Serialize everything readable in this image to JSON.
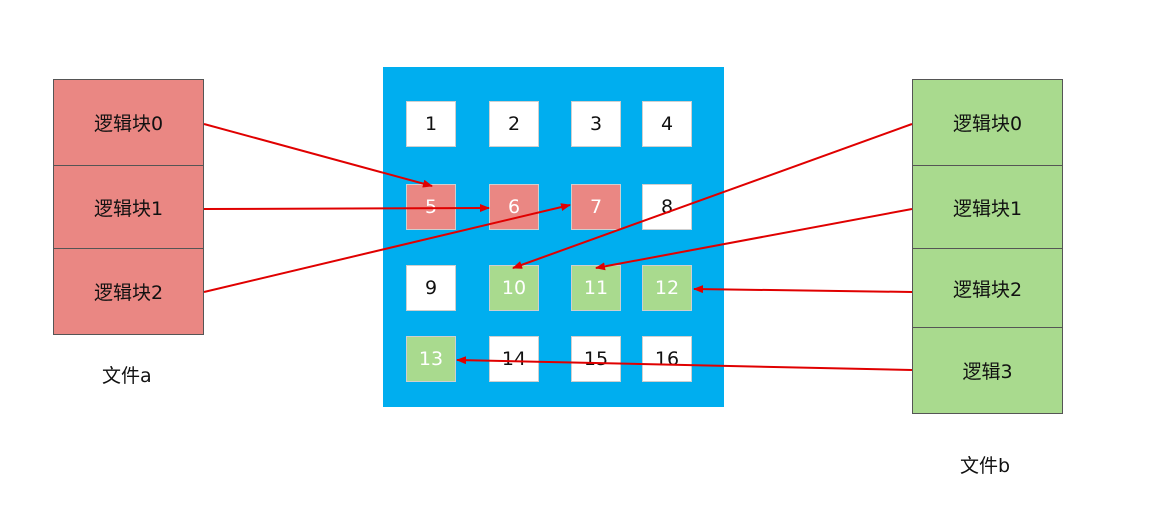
{
  "colors": {
    "file_a": "#EA8783",
    "file_b": "#A9DA8E",
    "grid_bg": "#00AEEF",
    "arrow": "#E00000",
    "empty_cell": "#FFFFFF"
  },
  "file_a": {
    "label": "文件a",
    "blocks": [
      "逻辑块0",
      "逻辑块1",
      "逻辑块2"
    ]
  },
  "file_b": {
    "label": "文件b",
    "blocks": [
      "逻辑块0",
      "逻辑块1",
      "逻辑块2",
      "逻辑3"
    ]
  },
  "grid": {
    "cells": [
      {
        "num": "1",
        "owner": "none"
      },
      {
        "num": "2",
        "owner": "none"
      },
      {
        "num": "3",
        "owner": "none"
      },
      {
        "num": "4",
        "owner": "none"
      },
      {
        "num": "5",
        "owner": "a"
      },
      {
        "num": "6",
        "owner": "a"
      },
      {
        "num": "7",
        "owner": "a"
      },
      {
        "num": "8",
        "owner": "none"
      },
      {
        "num": "9",
        "owner": "none"
      },
      {
        "num": "10",
        "owner": "b"
      },
      {
        "num": "11",
        "owner": "b"
      },
      {
        "num": "12",
        "owner": "b"
      },
      {
        "num": "13",
        "owner": "b"
      },
      {
        "num": "14",
        "owner": "none"
      },
      {
        "num": "15",
        "owner": "none"
      },
      {
        "num": "16",
        "owner": "none"
      }
    ]
  },
  "mappings": [
    {
      "file": "a",
      "block": 0,
      "cell": "5"
    },
    {
      "file": "a",
      "block": 1,
      "cell": "6"
    },
    {
      "file": "a",
      "block": 2,
      "cell": "7"
    },
    {
      "file": "b",
      "block": 0,
      "cell": "10"
    },
    {
      "file": "b",
      "block": 1,
      "cell": "11"
    },
    {
      "file": "b",
      "block": 2,
      "cell": "12"
    },
    {
      "file": "b",
      "block": 3,
      "cell": "13"
    }
  ]
}
